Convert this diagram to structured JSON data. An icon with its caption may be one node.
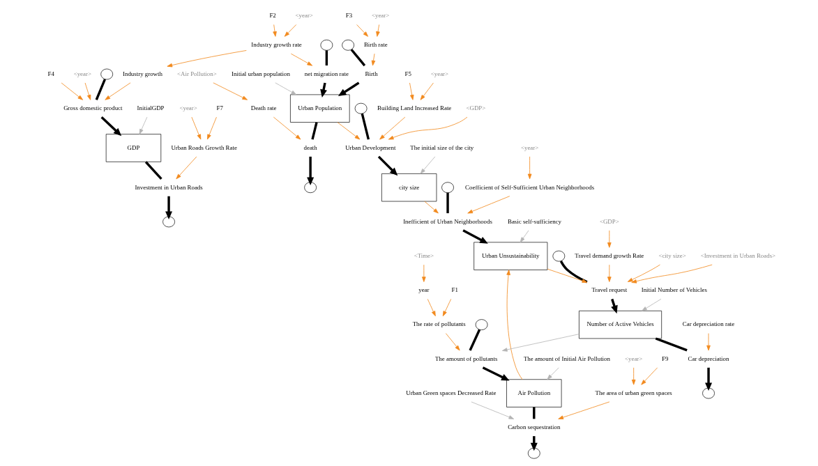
{
  "diagram": {
    "nodes": [
      {
        "text": [
          "InitialGDP"
        ]
      },
      {
        "text": [
          "GDP"
        ]
      },
      {
        "text": [],
        "shape": "cloud"
      },
      {
        "text": [
          "Gross domestic product"
        ]
      },
      {
        "text": [
          "Investment in Urban Roads"
        ]
      },
      {
        "text": [],
        "shape": "cloud"
      },
      {
        "text": [
          "F2"
        ]
      },
      {
        "text": [
          "<year>"
        ]
      },
      {
        "text": [
          "Industry growth rate"
        ]
      },
      {
        "text": [
          "F3"
        ]
      },
      {
        "text": [
          "<year>"
        ]
      },
      {
        "text": [
          "Industry growth"
        ]
      },
      {
        "text": [
          "Birth rate"
        ]
      },
      {
        "text": [
          "F4"
        ]
      },
      {
        "text": [
          "<year>"
        ]
      },
      {
        "text": [
          "Urban Roads Growth Rate"
        ]
      },
      {
        "text": [
          "F7"
        ]
      },
      {
        "text": [
          "<year>"
        ]
      },
      {
        "text": [
          "The amount of Initial Air Pollution"
        ]
      },
      {
        "text": [
          "Urban Green spaces Decreased Rate"
        ]
      },
      {
        "text": [
          "Initial urban population"
        ]
      },
      {
        "text": [
          "<Air Pollution>"
        ]
      },
      {
        "text": [
          "Death rate"
        ]
      },
      {
        "text": [],
        "shape": "cloud"
      },
      {
        "text": [
          "Birth"
        ]
      },
      {
        "text": [
          "Urban Population"
        ]
      },
      {
        "text": [
          "death"
        ]
      },
      {
        "text": [],
        "shape": "cloud"
      },
      {
        "text": [],
        "shape": "cloud"
      },
      {
        "text": [
          "The amount of pollutants"
        ]
      },
      {
        "text": [
          "Air Pollution"
        ]
      },
      {
        "text": [
          "Carbon sequestration"
        ]
      },
      {
        "text": [],
        "shape": "cloud"
      },
      {
        "text": [
          "F9"
        ]
      },
      {
        "text": [
          "<year>"
        ]
      },
      {
        "text": [
          "The area of urban green spaces"
        ]
      },
      {
        "text": [
          "net migration rate"
        ]
      },
      {
        "text": [],
        "shape": "cloud"
      },
      {
        "text": [
          "The rate of pollutants"
        ]
      },
      {
        "text": [
          "F1"
        ]
      },
      {
        "text": [
          "year"
        ]
      },
      {
        "text": [
          "<Time>"
        ]
      },
      {
        "text": [
          "The initial size of the city"
        ]
      },
      {
        "text": [
          "city size"
        ]
      },
      {
        "text": [],
        "shape": "cloud"
      },
      {
        "text": [
          "Urban Development"
        ]
      },
      {
        "text": [
          "<Investment in Urban Roads>"
        ]
      },
      {
        "text": [
          "Number of Active Vehicles"
        ]
      },
      {
        "text": [
          "Car depreciation"
        ]
      },
      {
        "text": [],
        "shape": "cloud"
      },
      {
        "text": [
          "Travel request"
        ]
      },
      {
        "text": [],
        "shape": "cloud"
      },
      {
        "text": [
          "Travel demand growth Rate"
        ]
      },
      {
        "text": [
          "<city size>"
        ]
      },
      {
        "text": [
          "<GDP>"
        ]
      },
      {
        "text": [
          "Initial Number of Vehicles"
        ]
      },
      {
        "text": [
          "F5"
        ]
      },
      {
        "text": [
          "Building Land Increased Rate"
        ]
      },
      {
        "text": [
          "<year>"
        ]
      },
      {
        "text": [
          "<GDP>"
        ]
      },
      {
        "text": [
          "Car depreciation rate"
        ]
      },
      {
        "text": [],
        "shape": "cloud"
      },
      {
        "text": [
          "Inefficient of Urban Neighborhoods"
        ]
      },
      {
        "text": [
          "Urban Unsustainability"
        ]
      },
      {
        "text": [
          "Basic self-sufficiency"
        ]
      },
      {
        "text": [
          "Coefficient of Self-Sufficient Urban Neighborhoods"
        ]
      },
      {
        "text": [
          "<year>"
        ]
      }
    ],
    "edges": [
      {
        "from": 2,
        "to": 3,
        "arrow": "none",
        "style": "thick",
        "color": "#000000"
      },
      {
        "from": 3,
        "to": 1,
        "arrow": "to",
        "style": "thick",
        "color": "#000000"
      },
      {
        "from": 1,
        "to": 4,
        "arrow": "none",
        "style": "thick",
        "color": "#000000"
      },
      {
        "from": 4,
        "to": 5,
        "arrow": "to",
        "style": "thick",
        "color": "#000000"
      },
      {
        "from": 23,
        "to": 24,
        "arrow": "none",
        "style": "thick",
        "color": "#000000"
      },
      {
        "from": 24,
        "to": 25,
        "arrow": "to",
        "style": "thick",
        "color": "#000000"
      },
      {
        "from": 25,
        "to": 26,
        "arrow": "none",
        "style": "thick",
        "color": "#000000"
      },
      {
        "from": 26,
        "to": 27,
        "arrow": "to",
        "style": "thick",
        "color": "#000000"
      },
      {
        "from": 37,
        "to": 36,
        "arrow": "none",
        "style": "thick",
        "color": "#000000"
      },
      {
        "from": 36,
        "to": 25,
        "arrow": "to",
        "style": "thick",
        "color": "#000000"
      },
      {
        "from": 28,
        "to": 29,
        "arrow": "none",
        "style": "thick",
        "color": "#000000"
      },
      {
        "from": 29,
        "to": 30,
        "arrow": "to",
        "style": "thick",
        "color": "#000000"
      },
      {
        "from": 30,
        "to": 31,
        "arrow": "none",
        "style": "thick",
        "color": "#000000"
      },
      {
        "from": 31,
        "to": 32,
        "arrow": "to",
        "style": "thick",
        "color": "#000000"
      },
      {
        "from": 44,
        "to": 45,
        "arrow": "none",
        "style": "thick",
        "color": "#000000"
      },
      {
        "from": 45,
        "to": 43,
        "arrow": "to",
        "style": "thick",
        "color": "#000000"
      },
      {
        "from": 51,
        "to": 50,
        "arrow": "none",
        "style": "thick",
        "color": "#000000"
      },
      {
        "from": 50,
        "to": 47,
        "arrow": "to",
        "style": "thick",
        "color": "#000000"
      },
      {
        "from": 47,
        "to": 48,
        "arrow": "none",
        "style": "thick",
        "color": "#000000"
      },
      {
        "from": 48,
        "to": 49,
        "arrow": "to",
        "style": "thick",
        "color": "#000000"
      },
      {
        "from": 61,
        "to": 62,
        "arrow": "none",
        "style": "thick",
        "color": "#000000"
      },
      {
        "from": 62,
        "to": 63,
        "arrow": "to",
        "style": "thick",
        "color": "#000000"
      },
      {
        "from": 0,
        "to": 1,
        "arrow": "to",
        "color": "#b4b4b4"
      },
      {
        "from": 6,
        "to": 8,
        "arrow": "to"
      },
      {
        "from": 7,
        "to": 8,
        "arrow": "to"
      },
      {
        "from": 8,
        "to": 11,
        "arrow": "to"
      },
      {
        "from": 8,
        "to": 36,
        "arrow": "to"
      },
      {
        "from": 9,
        "to": 12,
        "arrow": "to"
      },
      {
        "from": 10,
        "to": 12,
        "arrow": "to"
      },
      {
        "from": 11,
        "to": 3,
        "arrow": "to"
      },
      {
        "from": 13,
        "to": 3,
        "arrow": "to"
      },
      {
        "from": 14,
        "to": 3,
        "arrow": "to"
      },
      {
        "from": 12,
        "to": 24,
        "arrow": "to"
      },
      {
        "from": 15,
        "to": 4,
        "arrow": "to"
      },
      {
        "from": 16,
        "to": 15,
        "arrow": "to"
      },
      {
        "from": 17,
        "to": 15,
        "arrow": "to"
      },
      {
        "from": 18,
        "to": 30,
        "arrow": "to",
        "color": "#b4b4b4"
      },
      {
        "from": 19,
        "to": 31,
        "arrow": "to",
        "color": "#b4b4b4"
      },
      {
        "from": 20,
        "to": 25,
        "arrow": "to",
        "color": "#b4b4b4"
      },
      {
        "from": 21,
        "to": 22,
        "arrow": "to"
      },
      {
        "from": 22,
        "to": 26,
        "arrow": "to"
      },
      {
        "from": 25,
        "to": 45,
        "arrow": "to"
      },
      {
        "from": 33,
        "to": 35,
        "arrow": "to"
      },
      {
        "from": 34,
        "to": 35,
        "arrow": "to"
      },
      {
        "from": 35,
        "to": 31,
        "arrow": "to"
      },
      {
        "from": 38,
        "to": 29,
        "arrow": "to"
      },
      {
        "from": 47,
        "to": 29,
        "arrow": "to",
        "color": "#b4b4b4"
      },
      {
        "from": 30,
        "to": 63,
        "arrow": "to"
      },
      {
        "from": 39,
        "to": 38,
        "arrow": "to"
      },
      {
        "from": 40,
        "to": 38,
        "arrow": "to"
      },
      {
        "from": 41,
        "to": 40,
        "arrow": "to"
      },
      {
        "from": 42,
        "to": 43,
        "arrow": "to",
        "color": "#b4b4b4"
      },
      {
        "from": 46,
        "to": 50,
        "arrow": "to"
      },
      {
        "from": 53,
        "to": 50,
        "arrow": "to"
      },
      {
        "from": 52,
        "to": 50,
        "arrow": "to"
      },
      {
        "from": 54,
        "to": 52,
        "arrow": "to"
      },
      {
        "from": 55,
        "to": 47,
        "arrow": "to",
        "color": "#b4b4b4"
      },
      {
        "from": 56,
        "to": 57,
        "arrow": "to"
      },
      {
        "from": 58,
        "to": 57,
        "arrow": "to"
      },
      {
        "from": 57,
        "to": 45,
        "arrow": "to"
      },
      {
        "from": 59,
        "to": 45,
        "arrow": "to"
      },
      {
        "from": 60,
        "to": 48,
        "arrow": "to"
      },
      {
        "from": 43,
        "to": 62,
        "arrow": "to"
      },
      {
        "from": 63,
        "to": 50,
        "arrow": "to"
      },
      {
        "from": 64,
        "to": 63,
        "arrow": "to",
        "color": "#b4b4b4"
      },
      {
        "from": 65,
        "to": 62,
        "arrow": "to"
      },
      {
        "from": 66,
        "to": 65,
        "arrow": "to"
      }
    ]
  }
}
